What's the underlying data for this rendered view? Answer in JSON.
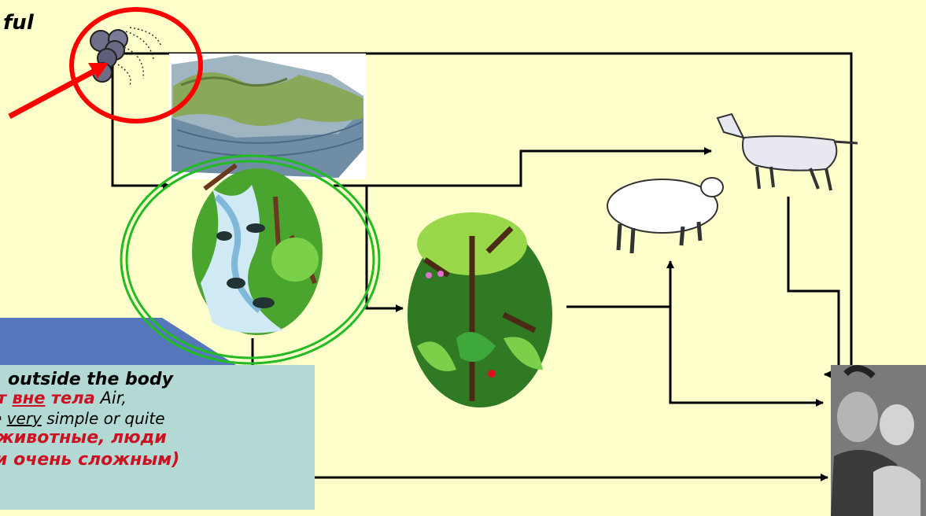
{
  "top_word": "ful",
  "callout": {
    "line1": ", outside the body",
    "line2_a": "т ",
    "line2_b": "вне",
    "line2_c": " тела",
    "line2_d": " Air,",
    "line3_a": "e ",
    "line3_b": "very",
    "line3_c": " simple or quite",
    "line4": "животные, люди",
    "line5": "и очень сложным)"
  },
  "colors": {
    "background": "#ffffcc",
    "highlight_red": "#ff0000",
    "highlight_green": "#22bb22",
    "callout_fill": "#b3d9d4",
    "callout_header": "#5577bb",
    "text_red": "#cc1122"
  },
  "icons": [
    "rock-icon",
    "landscape-icon",
    "stream-icon",
    "forest-icon",
    "sheep-icon",
    "goat-icon",
    "people-photo"
  ]
}
